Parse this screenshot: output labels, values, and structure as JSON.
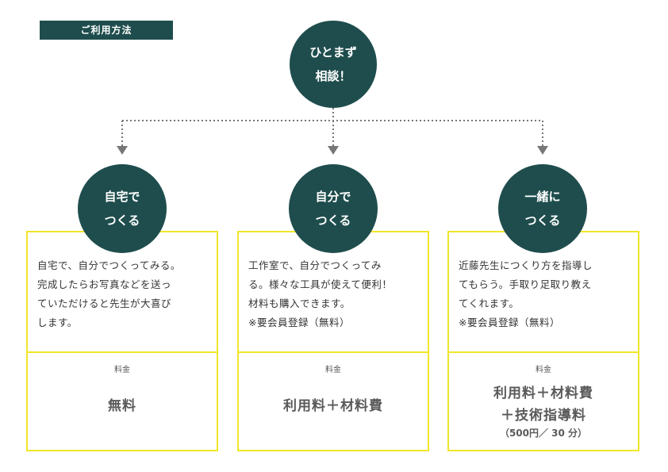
{
  "header": {
    "tag": "ご利用方法"
  },
  "start": {
    "line1": "ひとまず",
    "line2": "相談！"
  },
  "options": [
    {
      "title_line1": "自宅で",
      "title_line2": "つくる",
      "desc": [
        "自宅で、自分でつくってみる。",
        "完成したらお写真などを送っ",
        "ていただけると先生が大喜び",
        "します。"
      ],
      "price_label": "料金",
      "price": "無料"
    },
    {
      "title_line1": "自分で",
      "title_line2": "つくる",
      "desc": [
        "工作室で、自分でつくってみ",
        "る。様々な工具が使えて便利！",
        "材料も購入できます。",
        "※要会員登録（無料）"
      ],
      "price_label": "料金",
      "price": "利用料＋材料費"
    },
    {
      "title_line1": "一緒に",
      "title_line2": "つくる",
      "desc": [
        "近藤先生につくり方を指導し",
        "てもらう。手取り足取り教え",
        "てくれます。",
        "※要会員登録（無料）"
      ],
      "price_label": "料金",
      "price_line1": "利用料＋材料費",
      "price_line2": "＋技術指導料",
      "price_note": "（500円／ 30 分）"
    }
  ],
  "colors": {
    "circle": "#1f4d4d",
    "border": "#f1e62a",
    "connector": "#777777"
  }
}
